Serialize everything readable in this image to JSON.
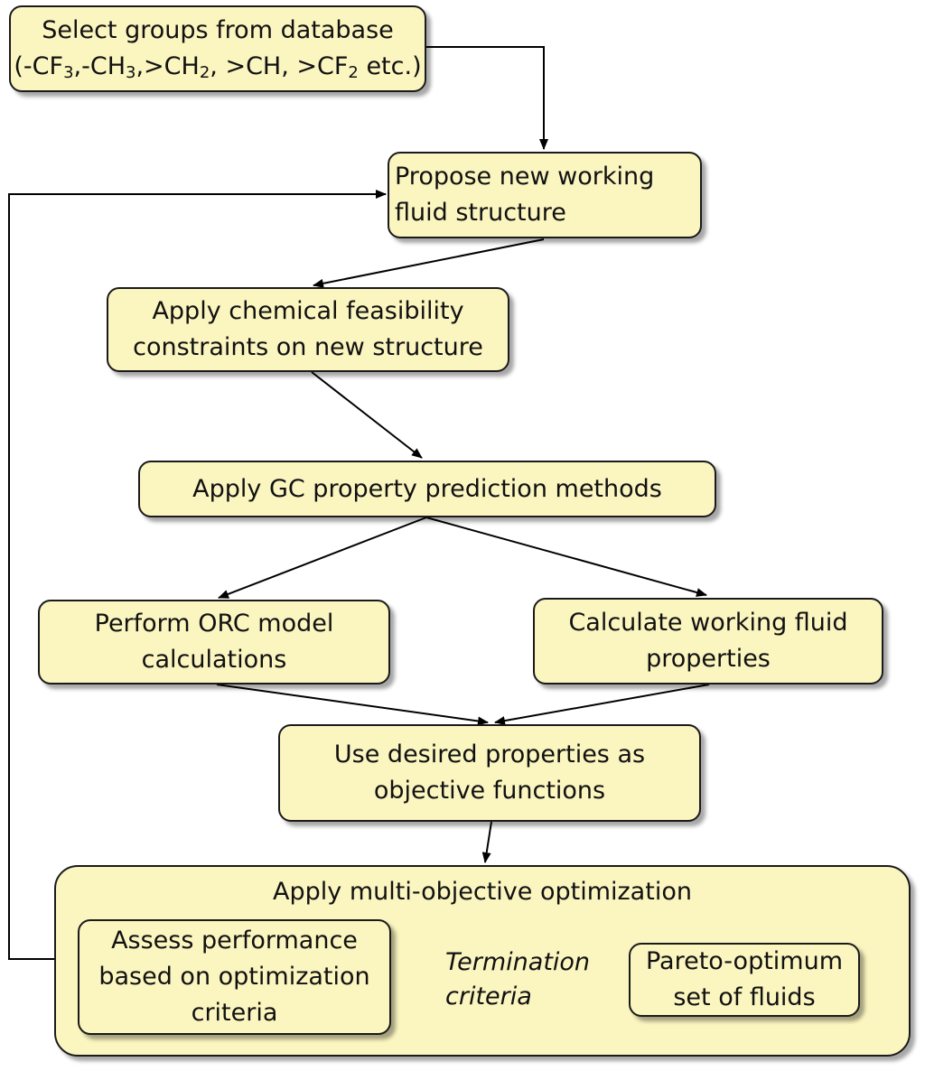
{
  "nodes": {
    "select_groups": {
      "line1": "Select groups from database",
      "line2": {
        "parts": [
          "(-CF",
          "3",
          ",-CH",
          "3",
          ",>CH",
          "2",
          ", >CH, >CF",
          "2",
          " etc.)"
        ]
      }
    },
    "propose": {
      "line1": "Propose new working",
      "line2": "fluid structure"
    },
    "feasibility": {
      "line1": "Apply chemical feasibility",
      "line2": "constraints on new structure"
    },
    "gc_methods": {
      "line1": "Apply  GC property prediction methods"
    },
    "orc": {
      "line1": "Perform ORC model",
      "line2": "calculations"
    },
    "calc_props": {
      "line1": "Calculate working fluid",
      "line2": "properties"
    },
    "objectives": {
      "line1": "Use desired properties as",
      "line2": "objective functions"
    },
    "multi_obj": {
      "title": "Apply multi-objective optimization"
    },
    "assess": {
      "line1": "Assess performance",
      "line2": "based on optimization",
      "line3": "criteria"
    },
    "pareto": {
      "line1": "Pareto-optimum",
      "line2": "set of fluids"
    }
  },
  "edge_label": {
    "line1": "Termination",
    "line2": "criteria"
  },
  "colors": {
    "box_fill": "#fbf5c0",
    "border": "#1a1a1a",
    "arrow": "#000000"
  }
}
